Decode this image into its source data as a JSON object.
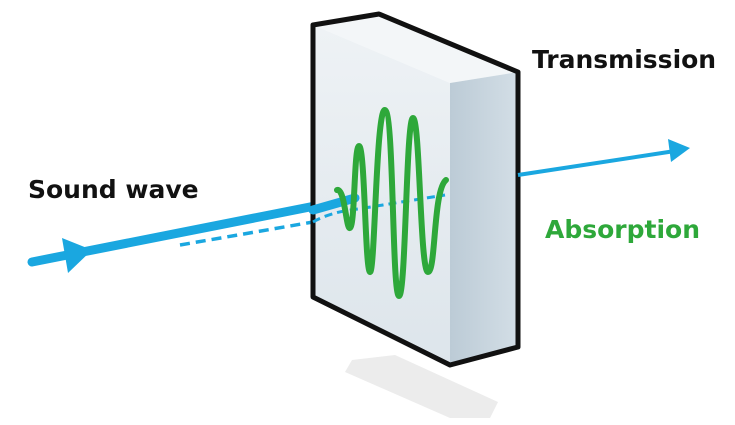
{
  "labels": {
    "sound_wave": "Sound wave",
    "transmission": "Transmission",
    "absorption": "Absorption"
  },
  "colors": {
    "wave_blue": "#1aa7e0",
    "absorption_green": "#2ea83a",
    "outline": "#111111",
    "front_face": "#e3eaef",
    "side_face": "#c3d2dc",
    "shadow": "#ececec"
  }
}
